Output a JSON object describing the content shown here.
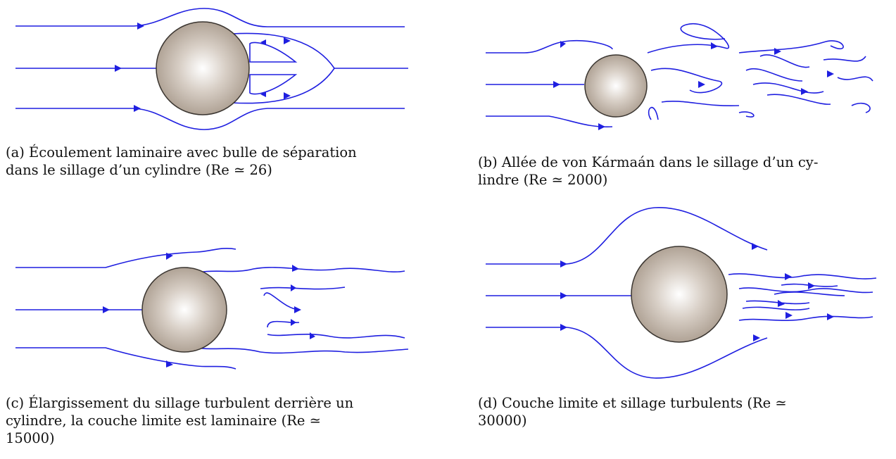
{
  "figures": [
    {
      "id": "a",
      "caption_lines": [
        "(a) Écoulement laminaire avec bulle de séparation",
        "dans le sillage d’un cylindre (Re ≃ 26)"
      ]
    },
    {
      "id": "b",
      "caption_lines": [
        "(b) Allée de von Kármaán dans le sillage d’un cy-",
        "lindre (Re ≃ 2000)"
      ]
    },
    {
      "id": "c",
      "caption_lines": [
        "(c) Élargissement du sillage turbulent derrière un",
        "cylindre, la couche limite est laminaire (Re ≃",
        "15000)"
      ]
    },
    {
      "id": "d",
      "caption_lines": [
        "(d) Couche limite et sillage turbulents (Re ≃",
        "30000)"
      ]
    }
  ],
  "colors": {
    "streamline": "#1f1fe0",
    "cylinder_light": "#ffffff",
    "cylinder_dark": "#a89a8c",
    "cylinder_edge": "#3a3530"
  },
  "icons": [
    "cylinder-icon",
    "arrow-icon"
  ]
}
